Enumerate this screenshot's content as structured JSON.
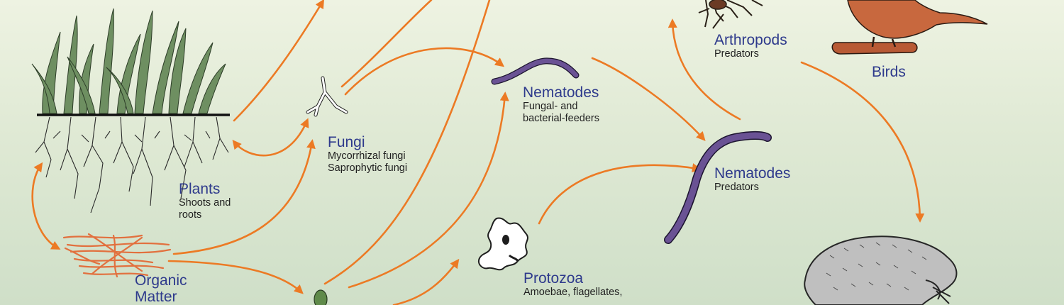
{
  "colors": {
    "background_top": "#eef3e2",
    "background_bottom": "#cfdfc8",
    "arrow": "#ec7a24",
    "title_text": "#2e3a8c",
    "nematode": "#6a5294",
    "organic_matter": "#e77a45",
    "bird": "#c8683e",
    "mole": "#bfbfbf"
  },
  "nodes": {
    "plants": {
      "title": "Plants",
      "desc": [
        "Shoots and",
        "roots"
      ],
      "icon": "grass-plant-icon"
    },
    "organic_matter": {
      "title": [
        "Organic",
        "Matter"
      ],
      "icon": "organic-matter-icon"
    },
    "fungi": {
      "title": "Fungi",
      "desc": [
        "Mycorrhizal fungi",
        "Saprophytic fungi"
      ],
      "icon": "fungi-hypha-icon"
    },
    "nematodes_feeders": {
      "title": "Nematodes",
      "desc": [
        "Fungal- and",
        "bacterial-feeders"
      ],
      "icon": "nematode-worm-icon"
    },
    "protozoa": {
      "title": "Protozoa",
      "desc": [
        "Amoebae, flagellates,"
      ],
      "icon": "amoeba-icon"
    },
    "nematodes_predators": {
      "title": "Nematodes",
      "desc": [
        "Predators"
      ],
      "icon": "nematode-worm-icon"
    },
    "arthropods": {
      "title": "Arthropods",
      "desc": [
        "Predators"
      ],
      "icon": "arthropod-icon"
    },
    "birds": {
      "title": "Birds",
      "icon": "bird-icon"
    },
    "animals": {
      "icon": "mole-icon"
    }
  }
}
